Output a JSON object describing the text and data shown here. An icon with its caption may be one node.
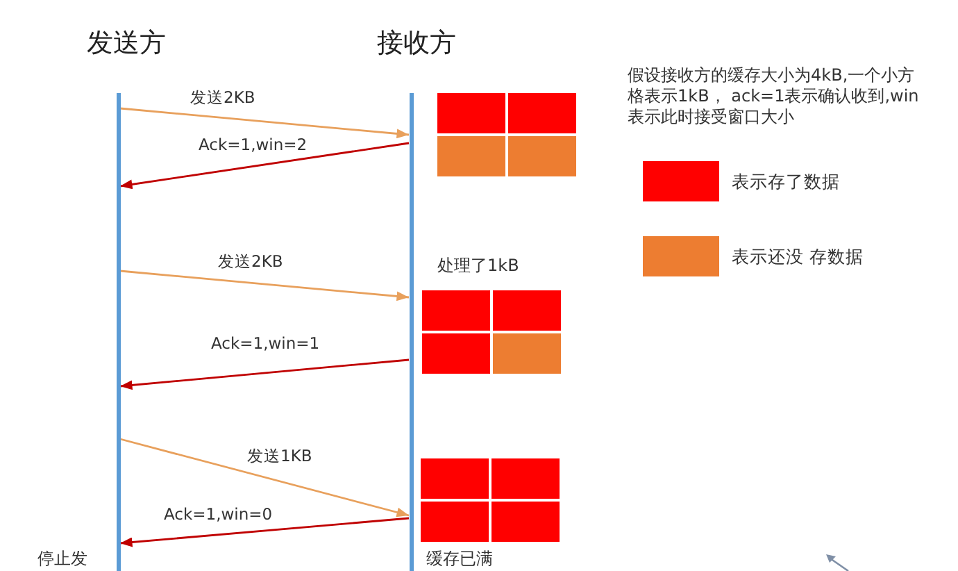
{
  "diagram": {
    "nodes": [
      {
        "text": [
          "发送方"
        ]
      },
      {
        "text": [
          "接收方"
        ]
      }
    ],
    "edges": [
      {
        "from": 0,
        "to": 1,
        "arrow": "to",
        "label": "发送2KB",
        "color": "#e8a05c"
      },
      {
        "from": 1,
        "to": 0,
        "arrow": "to",
        "label": "Ack=1,win=2",
        "color": "#c00000"
      },
      {
        "from": 0,
        "to": 1,
        "arrow": "to",
        "label": "发送2KB",
        "color": "#e8a05c"
      },
      {
        "from": 1,
        "to": 0,
        "arrow": "to",
        "label": "Ack=1,win=1",
        "color": "#c00000"
      },
      {
        "from": 0,
        "to": 1,
        "arrow": "to",
        "label": "发送1KB",
        "color": "#e8a05c"
      },
      {
        "from": 1,
        "to": 0,
        "arrow": "to",
        "label": "Ack=1,win=0",
        "color": "#c00000"
      }
    ],
    "labels": [
      "假设接收方的缓存大小为4kB,一个小方格表示1kB， ack=1表示确认收到,win表示此时接受窗口大小",
      "处理了1kB",
      "停止发",
      "缓存已满"
    ],
    "legend": [
      {
        "text": "表示存了数据",
        "color": "#ff0000"
      },
      {
        "text": "表示还没 存数据",
        "color": "#ed7d31"
      }
    ]
  }
}
